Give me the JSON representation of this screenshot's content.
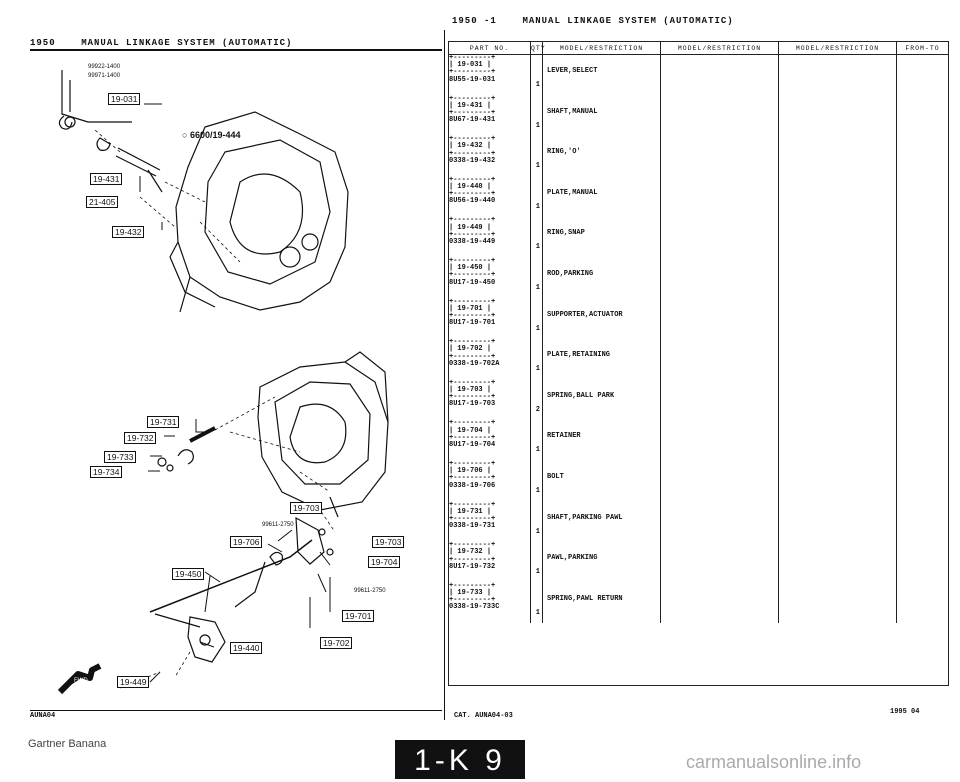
{
  "left_header": {
    "year": "1950",
    "title": "MANUAL LINKAGE SYSTEM (AUTOMATIC)"
  },
  "right_header": {
    "year": "1950",
    "sep": "-1",
    "title": "MANUAL LINKAGE SYSTEM (AUTOMATIC)"
  },
  "diagram": {
    "labels": {
      "ref1": "99922-1400",
      "ref2": "99971-1400",
      "ref_6600": "6600/19-444",
      "ref_99611a": "99611-2750",
      "ref_99611b": "99611-2750"
    },
    "callouts": [
      "19-031",
      "19-431",
      "21-405",
      "19-432",
      "19-731",
      "19-732",
      "19-733",
      "19-734",
      "19-703",
      "19-706",
      "19-703",
      "19-704",
      "19-450",
      "19-701",
      "19-702",
      "19-440",
      "19-449"
    ],
    "fwd_label": "FWD"
  },
  "table": {
    "columns": [
      "PART NO.",
      "QTY",
      "MODEL/RESTRICTION",
      "MODEL/RESTRICTION",
      "MODEL/RESTRICTION",
      "FROM-TO"
    ],
    "rows": [
      {
        "ref": "19-031",
        "part": "8U55-19-031",
        "qty": "1",
        "desc": "LEVER,SELECT"
      },
      {
        "ref": "19-431",
        "part": "8U67-19-431",
        "qty": "1",
        "desc": "SHAFT,MANUAL"
      },
      {
        "ref": "19-432",
        "part": "0338-19-432",
        "qty": "1",
        "desc": "RING,'O'"
      },
      {
        "ref": "19-440",
        "part": "8U56-19-440",
        "qty": "1",
        "desc": "PLATE,MANUAL"
      },
      {
        "ref": "19-449",
        "part": "0338-19-449",
        "qty": "1",
        "desc": "RING,SNAP"
      },
      {
        "ref": "19-450",
        "part": "8U17-19-450",
        "qty": "1",
        "desc": "ROD,PARKING"
      },
      {
        "ref": "19-701",
        "part": "8U17-19-701",
        "qty": "1",
        "desc": "SUPPORTER,ACTUATOR"
      },
      {
        "ref": "19-702",
        "part": "0338-19-702A",
        "qty": "1",
        "desc": "PLATE,RETAINING"
      },
      {
        "ref": "19-703",
        "part": "8U17-19-703",
        "qty": "2",
        "desc": "SPRING,BALL PARK"
      },
      {
        "ref": "19-704",
        "part": "8U17-19-704",
        "qty": "1",
        "desc": "RETAINER"
      },
      {
        "ref": "19-706",
        "part": "0338-19-706",
        "qty": "1",
        "desc": "BOLT"
      },
      {
        "ref": "19-731",
        "part": "0338-19-731",
        "qty": "1",
        "desc": "SHAFT,PARKING PAWL"
      },
      {
        "ref": "19-732",
        "part": "8U17-19-732",
        "qty": "1",
        "desc": "PAWL,PARKING"
      },
      {
        "ref": "19-733",
        "part": "0338-19-733C",
        "qty": "1",
        "desc": "SPRING,PAWL RETURN"
      }
    ]
  },
  "footer": {
    "left_code": "AUNA04",
    "cat": "CAT. AUNA04-03",
    "date": "1995 04",
    "page": "1-K 9",
    "credit": "Gartner Banana",
    "watermark": "carmanualsonline.info"
  }
}
